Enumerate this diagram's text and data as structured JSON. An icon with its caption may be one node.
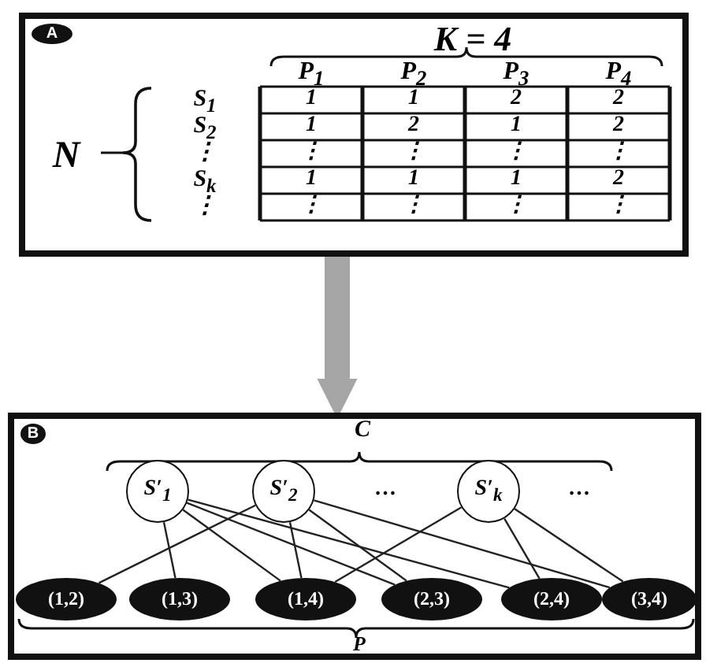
{
  "diagram": {
    "nodes": [
      {
        "text": [
          "A"
        ]
      },
      {
        "text": [
          "B"
        ]
      },
      {
        "text": [
          "S′$_{1}$"
        ],
        "in": 1
      },
      {
        "text": [
          "S′$_{2}$"
        ],
        "in": 1
      },
      {
        "text": [
          "S′$_{k}$"
        ],
        "in": 1
      },
      {
        "text": [
          "(1,2)"
        ],
        "in": 1
      },
      {
        "text": [
          "(1,3)"
        ],
        "in": 1
      },
      {
        "text": [
          "(1,4)"
        ],
        "in": 1
      },
      {
        "text": [
          "(2,3)"
        ],
        "in": 1
      },
      {
        "text": [
          "(2,4)"
        ],
        "in": 1
      },
      {
        "text": [
          "(3,4)"
        ],
        "in": 1
      }
    ],
    "edges": [
      {
        "from": 0,
        "to": 1,
        "arrow": "to",
        "style": "thick",
        "color": "#a6a6a6"
      },
      {
        "from": 2,
        "to": 6,
        "arrow": "none"
      },
      {
        "from": 2,
        "to": 7,
        "arrow": "none"
      },
      {
        "from": 2,
        "to": 8,
        "arrow": "none"
      },
      {
        "from": 2,
        "to": 9,
        "arrow": "none"
      },
      {
        "from": 3,
        "to": 5,
        "arrow": "none"
      },
      {
        "from": 3,
        "to": 7,
        "arrow": "none"
      },
      {
        "from": 3,
        "to": 8,
        "arrow": "none"
      },
      {
        "from": 3,
        "to": 10,
        "arrow": "none"
      },
      {
        "from": 4,
        "to": 7,
        "arrow": "none"
      },
      {
        "from": 4,
        "to": 9,
        "arrow": "none"
      },
      {
        "from": 4,
        "to": 10,
        "arrow": "none"
      }
    ],
    "labels": [
      "K = 4",
      "P$_{1}$",
      "P$_{2}$",
      "P$_{3}$",
      "P$_{4}$",
      "N",
      "S$_{1}$",
      "1",
      "1",
      "2",
      "2",
      "S$_{2}$",
      "1",
      "2",
      "1",
      "2",
      "⋮",
      "⋮",
      "⋮",
      "⋮",
      "⋮",
      "S$_{k}$",
      "1",
      "1",
      "1",
      "2",
      "⋮",
      "⋮",
      "⋮",
      "⋮",
      "⋮",
      "C",
      "…",
      "…",
      "P"
    ]
  }
}
